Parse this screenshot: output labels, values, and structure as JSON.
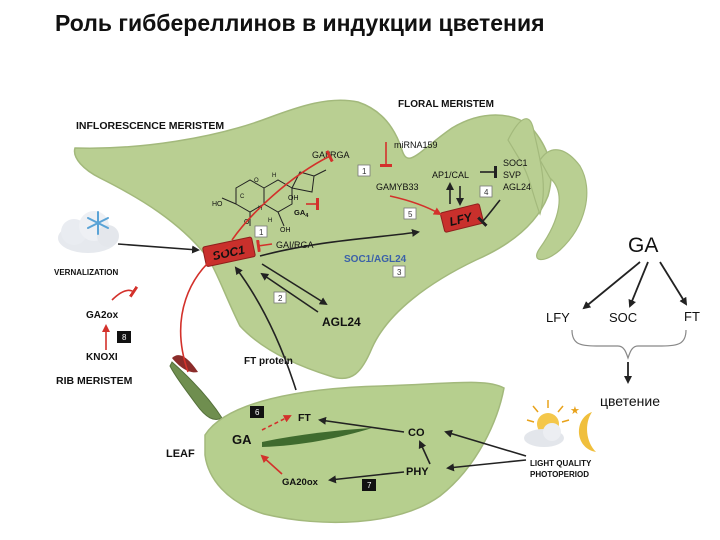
{
  "title": "Роль гиббереллинов в индукции цветения",
  "regions": {
    "floral_meristem": "FLORAL MERISTEM",
    "inflorescence_meristem": "INFLORESCENCE MERISTEM",
    "rib_meristem": "RIB MERISTEM",
    "leaf": "LEAF"
  },
  "factors": {
    "vernalization": "VERNALIZATION",
    "light": [
      "LIGHT QUALITY",
      "PHOTOPERIOD"
    ]
  },
  "genes": {
    "gai_rga_top": "GAI/RGA",
    "mirna159": "miRNA159",
    "gamyb33": "GAMYB33",
    "ap1_cal": "AP1/CAL",
    "soc1_svp_agl24": [
      "SOC1",
      "SVP",
      "AGL24"
    ],
    "lfy": "LFY",
    "soc1": "SOC1",
    "gai_rga_mid": "GAI/RGA",
    "soc1_agl24": "SOC1/AGL24",
    "agl24": "AGL24",
    "ga2ox": "GA2ox",
    "knoxi": "KNOXI",
    "ft_protein": "FT protein",
    "ft": "FT",
    "ga_leaf": "GA",
    "co": "CO",
    "phy": "PHY",
    "ga20ox": "GA20ox"
  },
  "molecule": {
    "name": "GA",
    "subscript": "4",
    "atoms": [
      "HO",
      "H",
      "C",
      "O",
      "H",
      "OH",
      "H",
      "O",
      "OH"
    ]
  },
  "step_numbers": [
    "1",
    "1",
    "2",
    "3",
    "4",
    "5",
    "6",
    "7",
    "8"
  ],
  "summary": {
    "ga": "GA",
    "lfy": "LFY",
    "soc": "SOC",
    "ft": "FT",
    "result": "цветение"
  },
  "colors": {
    "tissue": "#b9cf92",
    "tissue_edge": "#a3b97c",
    "leaf": "#b6cf8e",
    "red_arrow": "#d3312b",
    "gene_box": "#c9302c"
  }
}
